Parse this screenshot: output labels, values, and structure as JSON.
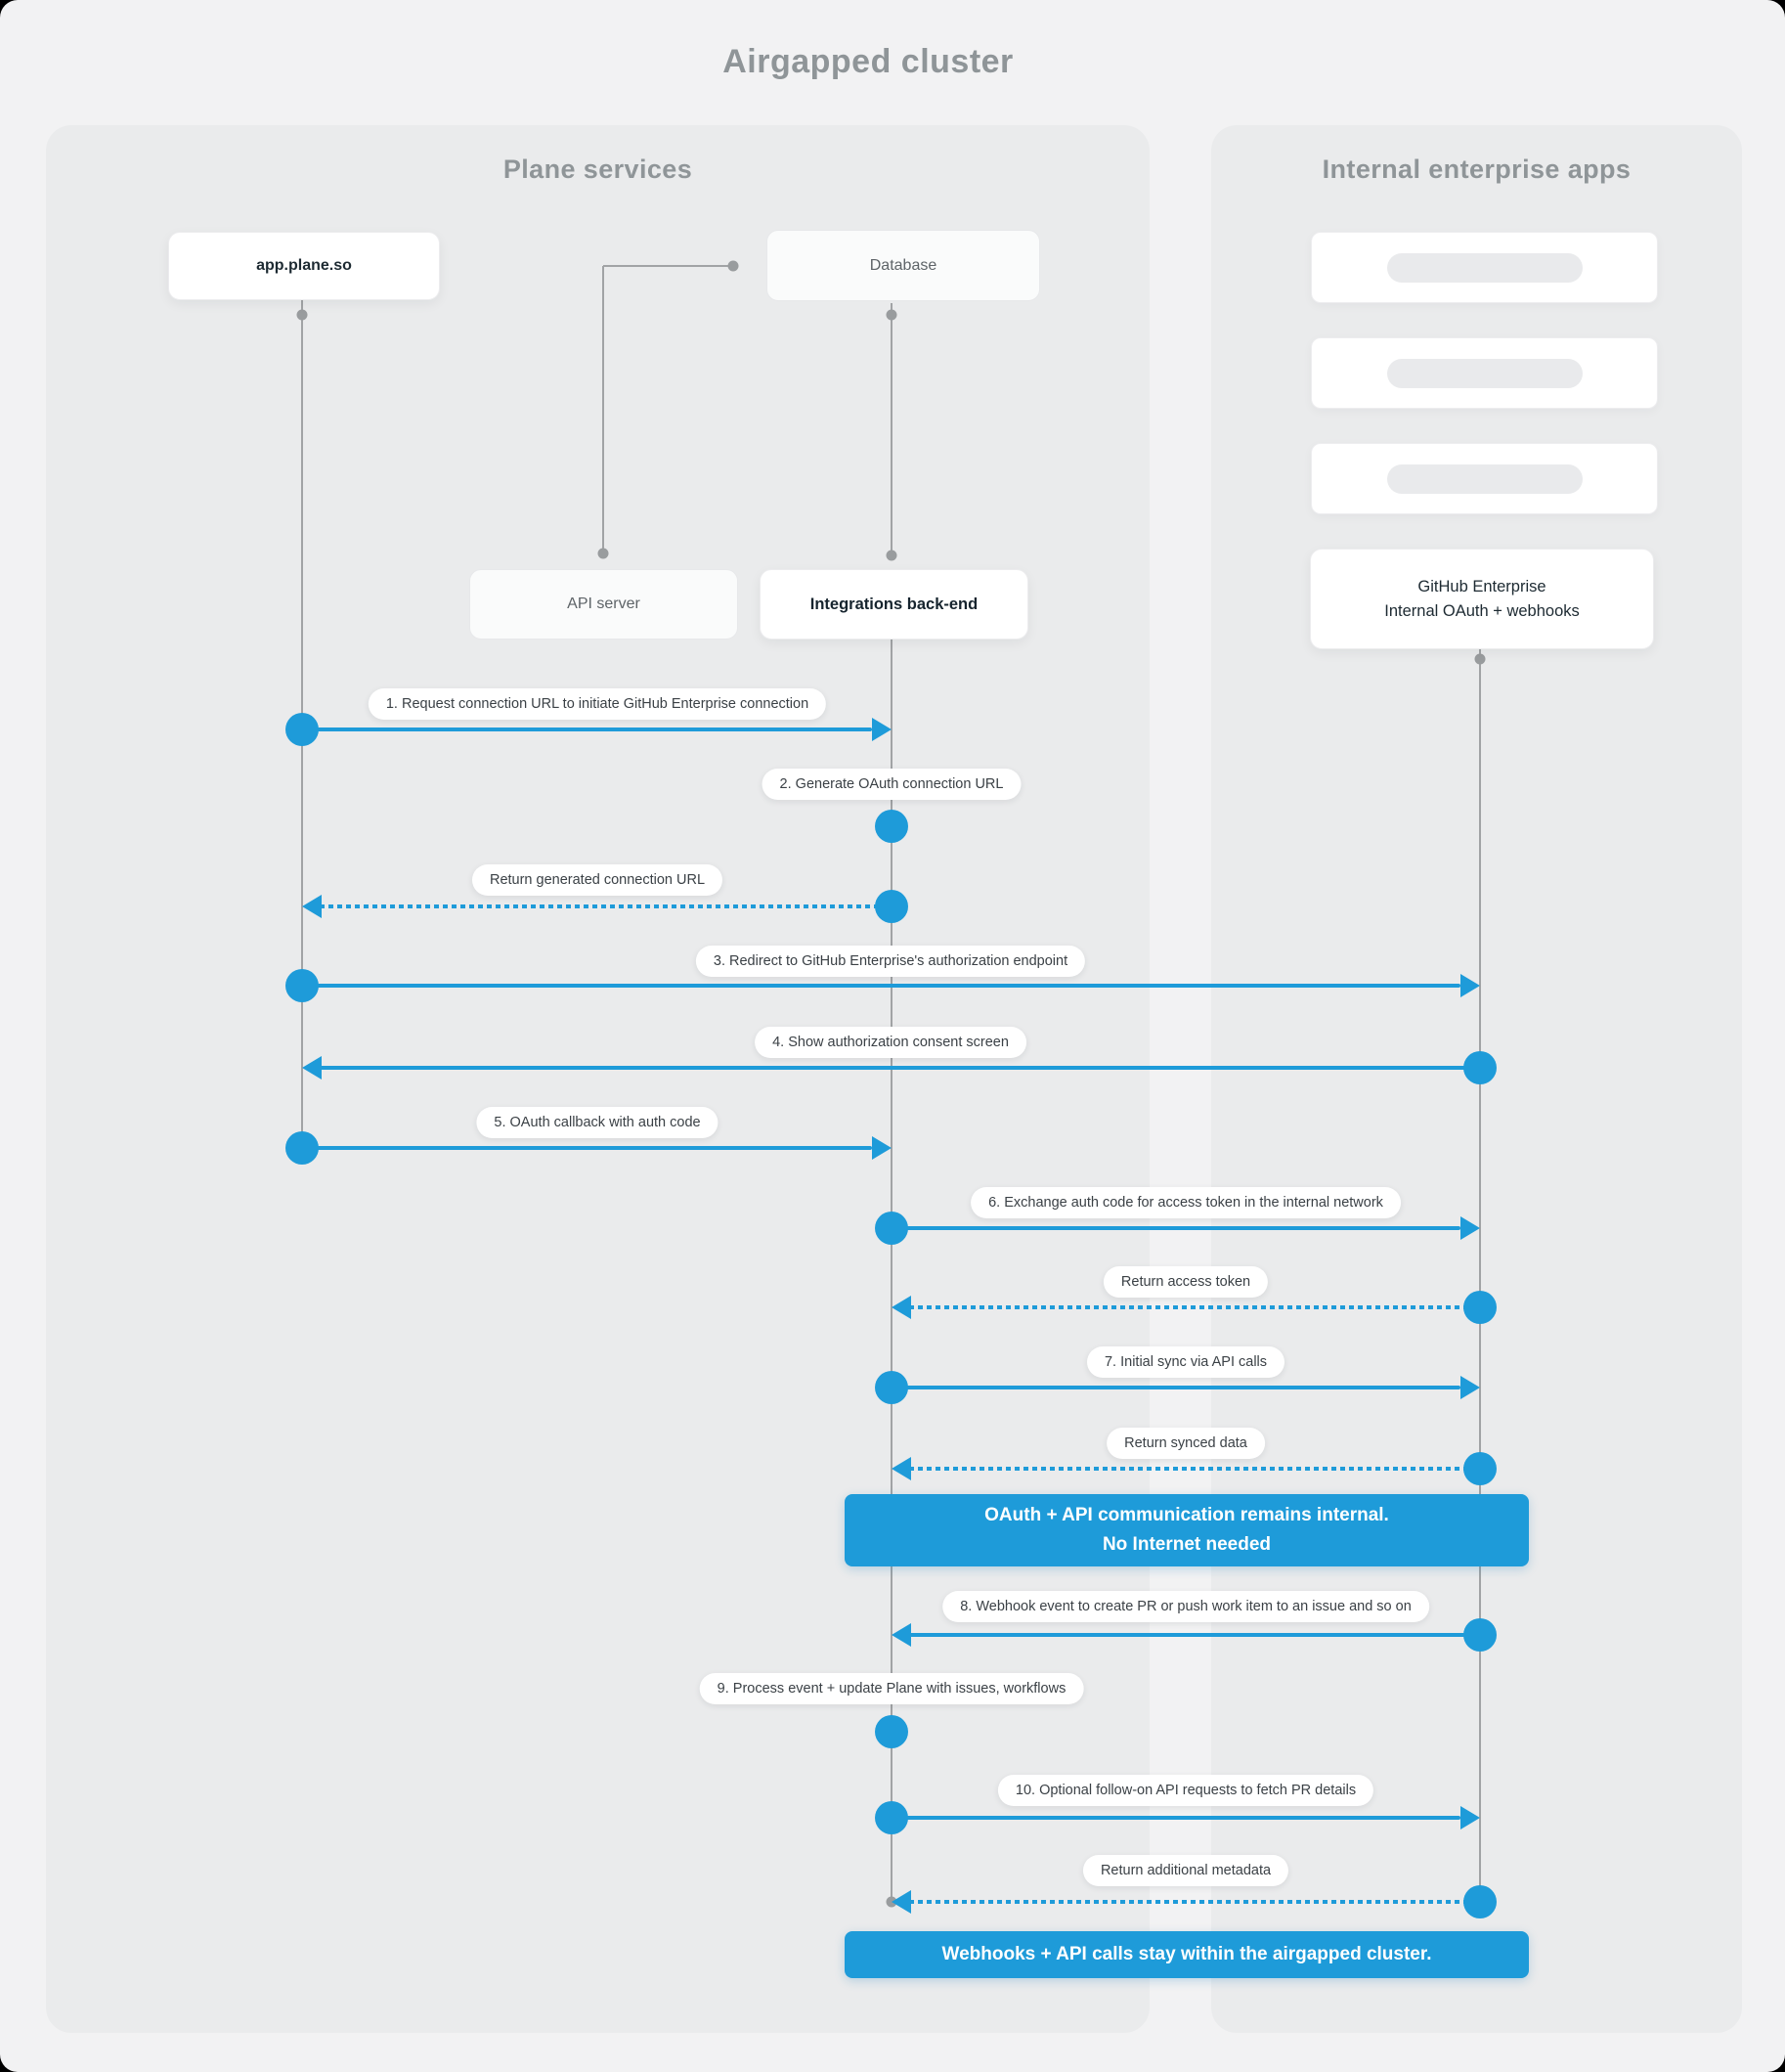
{
  "page": {
    "title": "Airgapped cluster"
  },
  "colors": {
    "accent_blue": "#1e9bd9",
    "line_gray": "#a1a3a5",
    "panel_bg": "#eaebec",
    "page_bg": "#f2f2f3",
    "muted_title": "#8f9598"
  },
  "panels": {
    "plane": {
      "title": "Plane services"
    },
    "internal": {
      "title": "Internal enterprise apps"
    }
  },
  "nodes": {
    "app": {
      "label": "app.plane.so"
    },
    "database": {
      "label": "Database"
    },
    "api_server": {
      "label": "API server"
    },
    "integrations": {
      "label": "Integrations back-end"
    },
    "github": {
      "line1": "GitHub Enterprise",
      "line2": "Internal OAuth + webhooks"
    }
  },
  "messages": [
    {
      "label": "1. Request connection URL to initiate GitHub Enterprise connection",
      "from": "app.plane.so",
      "to": "Integrations back-end",
      "style": "solid"
    },
    {
      "label": "2. Generate OAuth connection URL",
      "from": "Integrations back-end",
      "to": "Integrations back-end",
      "style": "self"
    },
    {
      "label": "Return generated connection URL",
      "from": "Integrations back-end",
      "to": "app.plane.so",
      "style": "dashed"
    },
    {
      "label": "3. Redirect to GitHub Enterprise's authorization endpoint",
      "from": "app.plane.so",
      "to": "GitHub Enterprise",
      "style": "solid"
    },
    {
      "label": "4. Show authorization consent screen",
      "from": "GitHub Enterprise",
      "to": "app.plane.so",
      "style": "solid"
    },
    {
      "label": "5. OAuth callback with auth code",
      "from": "app.plane.so",
      "to": "Integrations back-end",
      "style": "solid"
    },
    {
      "label": "6. Exchange auth code for access token in the internal network",
      "from": "Integrations back-end",
      "to": "GitHub Enterprise",
      "style": "solid"
    },
    {
      "label": "Return access token",
      "from": "GitHub Enterprise",
      "to": "Integrations back-end",
      "style": "dashed"
    },
    {
      "label": "7. Initial sync via API calls",
      "from": "Integrations back-end",
      "to": "GitHub Enterprise",
      "style": "solid"
    },
    {
      "label": "Return synced data",
      "from": "GitHub Enterprise",
      "to": "Integrations back-end",
      "style": "dashed"
    },
    {
      "label": "8. Webhook event to create PR  or push work item to an issue  and so on",
      "from": "GitHub Enterprise",
      "to": "Integrations back-end",
      "style": "solid"
    },
    {
      "label": "9. Process event + update Plane with issues, workflows",
      "from": "Integrations back-end",
      "to": "Integrations back-end",
      "style": "self"
    },
    {
      "label": "10. Optional follow-on API requests to fetch PR details",
      "from": "Integrations back-end",
      "to": "GitHub Enterprise",
      "style": "solid"
    },
    {
      "label": "Return additional metadata",
      "from": "GitHub Enterprise",
      "to": "Integrations back-end",
      "style": "dashed"
    }
  ],
  "banners": [
    {
      "line1": "OAuth + API communication remains internal.",
      "line2": "No Internet needed"
    },
    {
      "line1": "Webhooks + API calls stay within the airgapped cluster."
    }
  ]
}
